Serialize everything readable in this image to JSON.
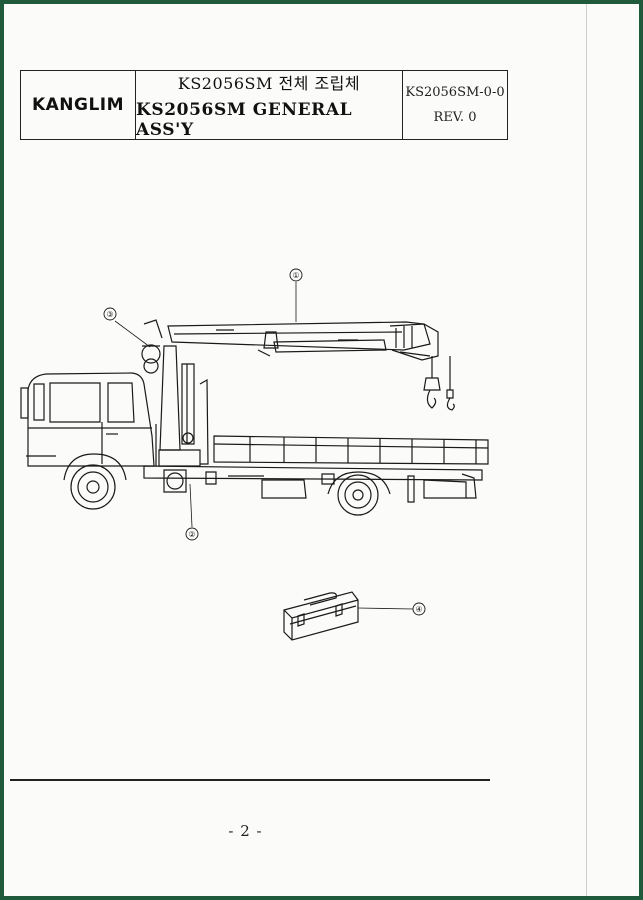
{
  "header": {
    "logo": "KANGLIM",
    "title_ko": "KS2056SM 전체 조립체",
    "title_en": "KS2056SM GENERAL ASS'Y",
    "drawing_no": "KS2056SM-0-0",
    "revision": "REV. 0"
  },
  "callouts": [
    {
      "label": "①"
    },
    {
      "label": "②"
    },
    {
      "label": "③"
    },
    {
      "label": "④"
    }
  ],
  "footer": {
    "page": "- 2 -"
  }
}
